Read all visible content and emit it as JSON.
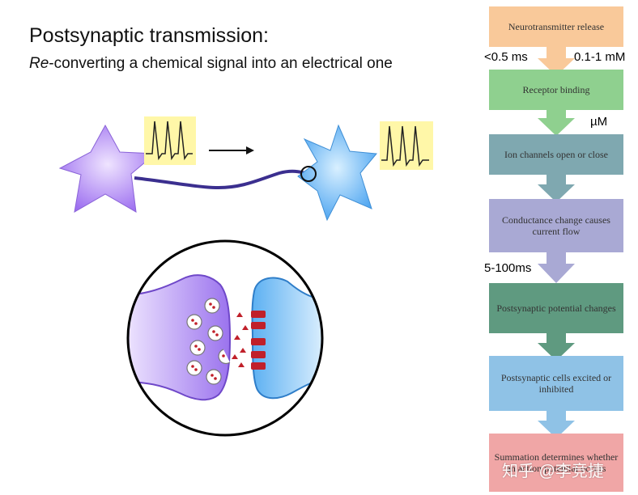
{
  "header": {
    "title": "Postsynaptic transmission:",
    "subtitle_em": "Re",
    "subtitle_rest": "-converting a chemical signal into an electrical one"
  },
  "flowchart": {
    "steps": [
      {
        "label": "Neurotransmitter release",
        "color": "#f9c99a"
      },
      {
        "label": "Receptor binding",
        "color": "#8fd08f"
      },
      {
        "label": "Ion channels open or close",
        "color": "#7fa8b0"
      },
      {
        "label": "Conductance change causes current flow",
        "color": "#a9a9d4"
      },
      {
        "label": "Postsynaptic potential changes",
        "color": "#5f9a80"
      },
      {
        "label": "Postsynaptic cells excited or inhibited",
        "color": "#8fc2e6"
      },
      {
        "label": "Summation determines whether an action potential occurs",
        "color": "#f0a6a6"
      }
    ],
    "labels": {
      "time_fast": "<0.5 ms",
      "conc_high": "0.1-1 mM",
      "conc_low": "µM",
      "time_slow": "5-100ms"
    }
  },
  "watermark": "知乎 @李竞捷",
  "colors": {
    "presynaptic_neuron": "#b48cf2",
    "postsynaptic_neuron": "#6bb8f5",
    "axon": "#3b2f8f",
    "receptor": "#c0202a",
    "spike_bg": "#fff7a8"
  }
}
